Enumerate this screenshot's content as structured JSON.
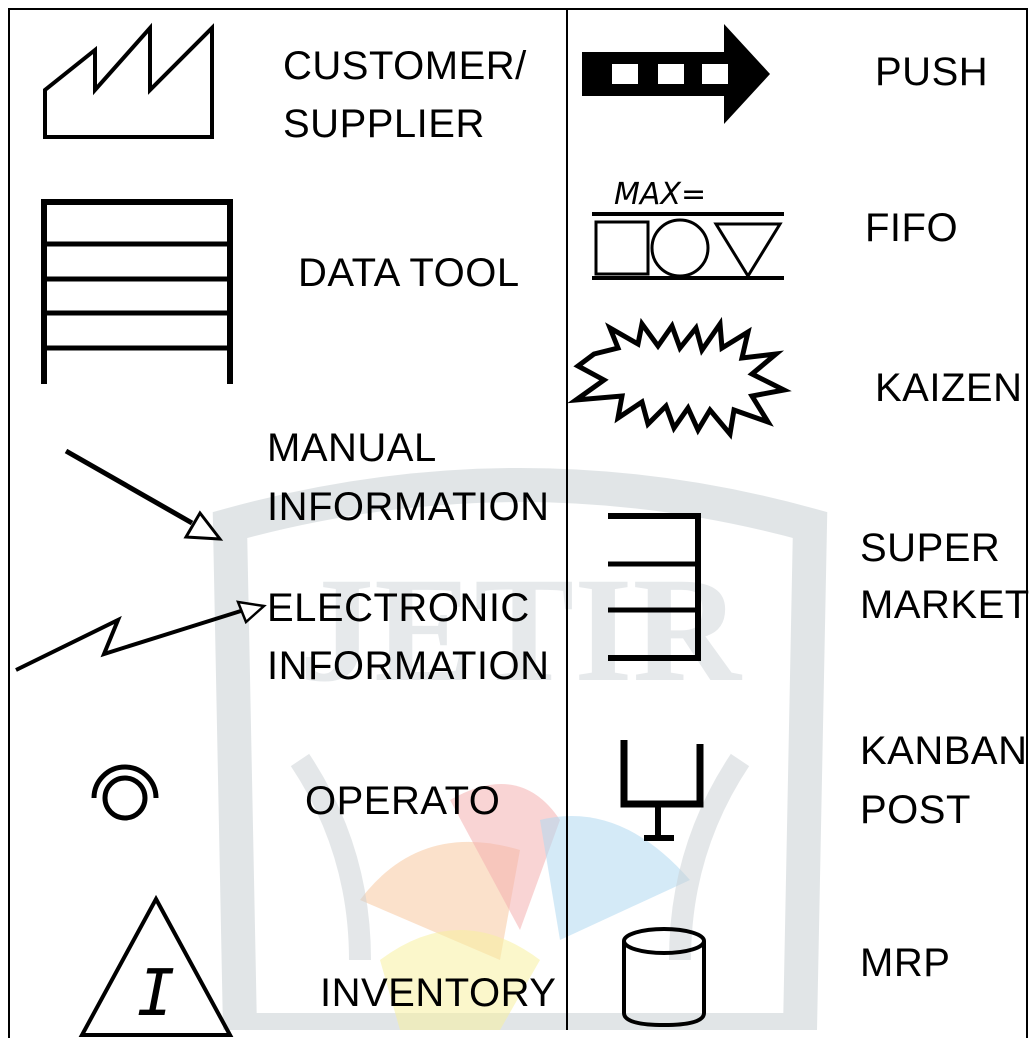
{
  "colors": {
    "ink": "#000000",
    "background": "#ffffff",
    "watermark_gray": "#c9cfd4",
    "watermark_orange": "#f8c8a0",
    "watermark_red": "#f4b0b0",
    "watermark_blue": "#b0d8f0",
    "watermark_yellow": "#f8f0a0"
  },
  "watermark": {
    "text": "JETIR"
  },
  "left_column": {
    "customer_supplier": {
      "line1": "CUSTOMER/",
      "line2": "SUPPLIER",
      "icon": "factory-icon"
    },
    "data_tool": {
      "label": "DATA TOOL",
      "icon": "data-box-icon"
    },
    "manual_information": {
      "line1": "MANUAL",
      "line2": "INFORMATION",
      "icon": "straight-arrow-icon"
    },
    "electronic_information": {
      "line1": "ELECTRONIC",
      "line2": "INFORMATION",
      "icon": "zigzag-arrow-icon"
    },
    "operator": {
      "label": "OPERATO",
      "icon": "operator-icon"
    },
    "inventory": {
      "label": "INVENTORY",
      "symbol_letter": "I",
      "icon": "inventory-triangle-icon"
    }
  },
  "right_column": {
    "push": {
      "label": "PUSH",
      "icon": "push-arrow-icon"
    },
    "fifo": {
      "label": "FIFO",
      "max_text": "MAX=",
      "icon": "fifo-lane-icon"
    },
    "kaizen": {
      "label": "KAIZEN",
      "icon": "kaizen-burst-icon"
    },
    "supermarket": {
      "line1": "SUPER",
      "line2": "MARKET",
      "icon": "supermarket-icon"
    },
    "kanban_post": {
      "line1": "KANBAN",
      "line2": "POST",
      "icon": "kanban-post-icon"
    },
    "mrp": {
      "label": "MRP",
      "icon": "database-cylinder-icon"
    }
  }
}
